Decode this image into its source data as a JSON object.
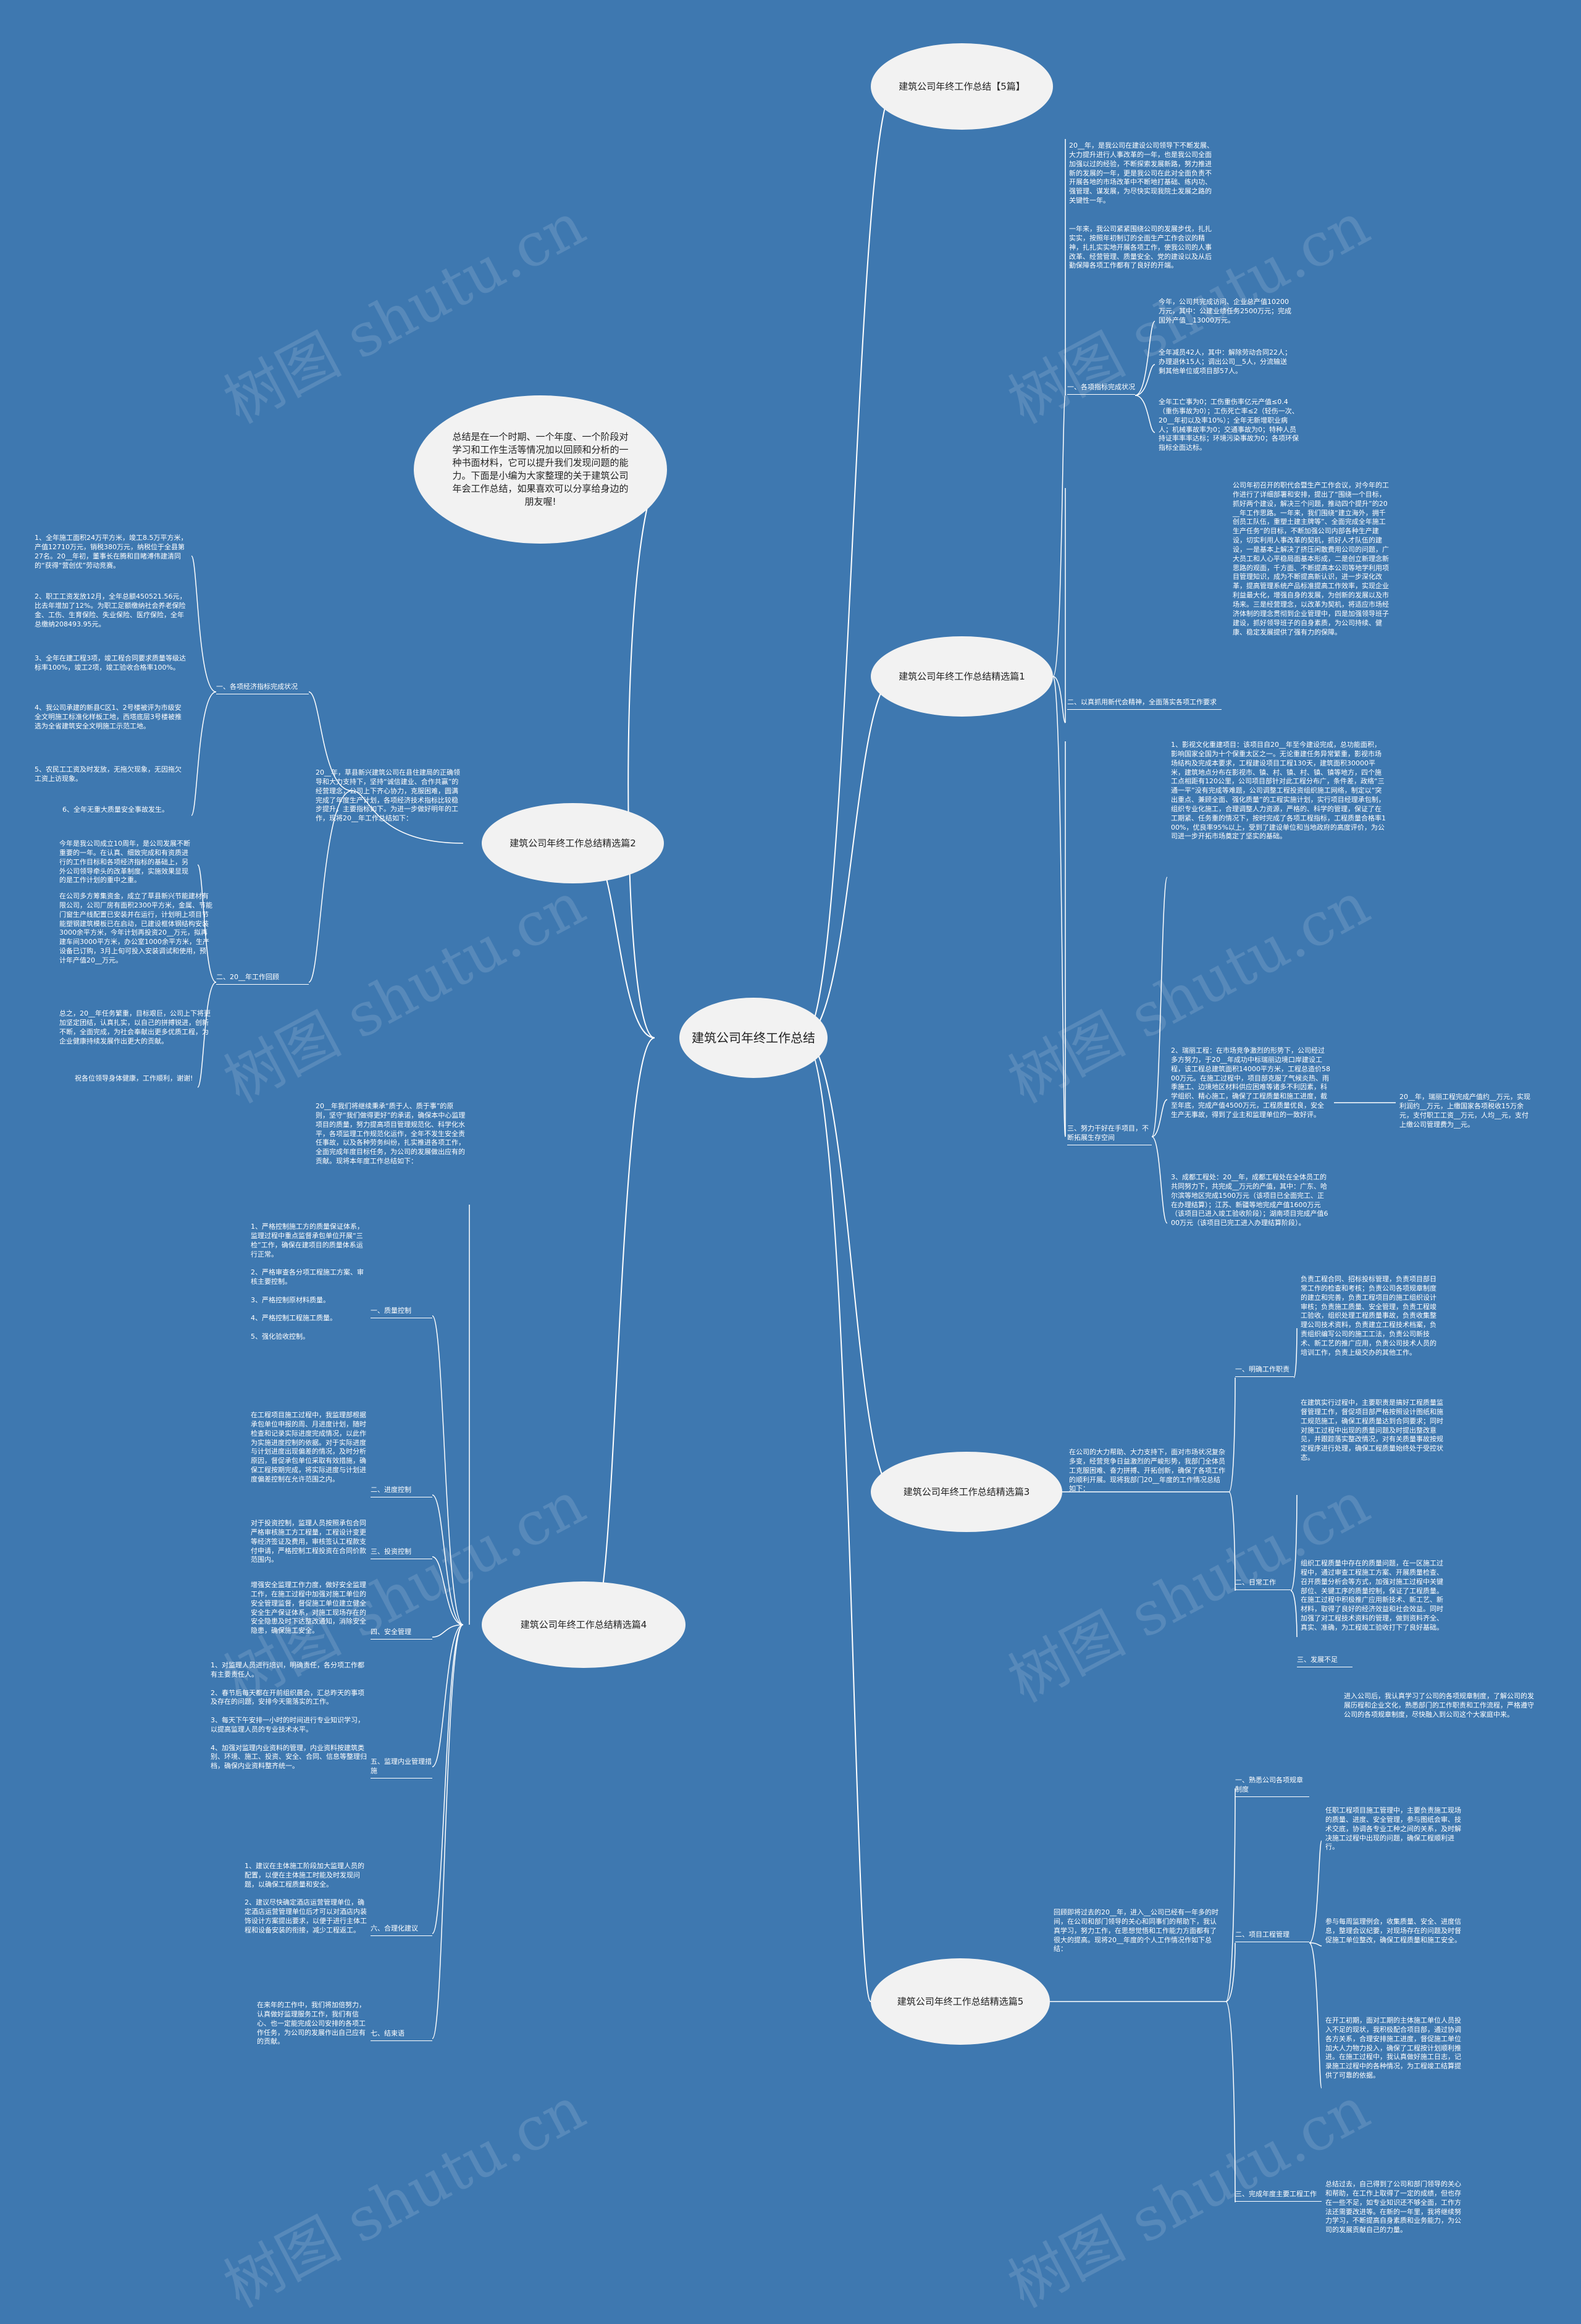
{
  "root": "建筑公司年终工作总结",
  "intro": "总结是在一个时期、一个年度、一个阶段对学习和工作生活等情况加以回顾和分析的一种书面材料，它可以提升我们发现问题的能力。下面是小编为大家整理的关于建筑公司年会工作总结，如果喜欢可以分享给身边的朋友喔!",
  "watermark": "树图 shutu.cn",
  "branches": {
    "b0": "建筑公司年终工作总结【5篇】",
    "b1": "建筑公司年终工作总结精选篇1",
    "b2": "建筑公司年终工作总结精选篇2",
    "b3": "建筑公司年终工作总结精选篇3",
    "b4": "建筑公司年终工作总结精选篇4",
    "b5": "建筑公司年终工作总结精选篇5"
  },
  "b1": {
    "p1": "20__年，是我公司在建设公司领导下不断发展、大力提升进行人事改革的一年，也是我公司全面加强以过的经验，不断探索发展新路，努力推进新的发展的一年，更是我公司在此对全面负责不开展各地的市场改革中不断地打基础、练内功、强管理、谋发展，为尽快实现我院土发展之路的关键性一年。",
    "p2": "一年来，我公司紧紧围绕公司的发展步伐，扎扎实实，按照年初制订的全面生产工作会议的精神，扎扎实实地开展各项工作，使我公司的人事改革、经营管理、质量安全、党的建设以及从后勤保障各项工作都有了良好的开端。",
    "s1": "一、各项指标完成状况",
    "s1_i1": "今年，公司共完成访问、企业总产值10200万元，其中：公建业绩任务2500万元；完成国外产值__13000万元。",
    "s1_i2": "全年减员42人，其中：解除劳动合同22人；办理退休15人；调出公司__5人，分流输送剩其他单位或项目部57人。",
    "s1_i3": "全年工亡事为0；工伤重伤率亿元产值≤0.4（重伤事故为0）；工伤死亡率≤2（轻伤一次、20__年初以及率10%）；全年无新增职业病人；机械事故率为0；交通事故为0；特种人员持证率率率达标；环境污染事故为0；各项环保指标全面达标。",
    "s2": "二、以真抓用新代会精神，全面落实各项工作要求",
    "s2_t": "公司年初召开的职代会暨生产工作会议，对今年的工作进行了详细部署和安排，提出了“围绕一个目标，抓好两个建设，解决三个问题，推动四个提升”的20__年工作思路。一年来，我们围绕“建立海外，拥千创员工队伍，重塑土建主牌等”、全面完成全年施工生产任务“的目标，不断加强公司内部各种生产建设，切实利用人事改革的契机，抓好人才队伍的建设，一是基本上解决了挤压闲散费用公司的问题，广大员工和人心平稳局面基本形成，二是创立新理念新思路的观面，千方面、不断提高本公司等地学利用项目管理知识，成为不断提高新认识，进一步深化改革，提高管理系统产品标准提高工作效率，实现企业利益最大化，增强自身的发展，为创新的发展以及市场来。三是经营理念，以改革为契机，将适应市场经济体制的理念贯彻到企业管理中，四是加强领导班子建设，抓好领导班子的自身素质，为公司持续、健康、稳定发展提供了强有力的保障。",
    "s3": "三、努力干好在手项目，不断拓展生存空间",
    "s3_t1": "1、影视文化重建项目：该项目自20__年至今建设完成，总功能面积，影响国家全国为十个保重太区之一。无论重建任务异常繁重，影视市场场结构及完成本要求，工程建设项目工程130天，建筑面积30000平米，建筑地点分布在影视市、镇、村、镇、村、镇、镇等地方，四个施工点相距有120公里，公司项目部针对此工程分布广，条件差，政络“三通一平”没有完成等难题，公司调整工程投资组织施工网络，制定以“突出重点、兼顾全面、强化质量”的工程实施计划，实行项目经理承包制，组织专业化施工，合理调整人力资源，严格的、科学的管理，保证了在工期紧、任务重的情况下，按时完成了各项工程指标，工程质量合格率100%，优良率95%以上，受到了建设单位和当地政府的高度评价，为公司进一步开拓市场奠定了坚实的基础。",
    "s3_t2": "2、瑞丽工程：在市场竞争激烈的形势下，公司经过多方努力，于20__年成功中标瑞丽边境口岸建设工程，该工程总建筑面积14000平方米，工程总造价5800万元。在施工过程中，项目部克服了气候炎热、雨季施工、边境地区材料供应困难等诸多不利因素，科学组织、精心施工，确保了工程质量和施工进度，截至年底，完成产值4500万元，工程质量优良，安全生产无事故，得到了业主和监理单位的一致好评。",
    "s3_t2b": "20__年，瑞丽工程完成产值约__万元，实现利润约__万元，上缴国家各项税收15万余元，支付职工工资__万元，人均__元，支付上缴公司管理费为__元。",
    "s3_t3": "3、成都工程处：20__年，成都工程处在全体员工的共同努力下，共完成__万元的产值，其中：广东、哈尔滨等地区完成1500万元（该项目已全面完工、正在办理结算）；江苏、新疆等地完成产值1600万元（该项目已进入竣工验收阶段）；湖南项目完成产值600万元（该项目已完工进入办理结算阶段）。"
  },
  "b2": {
    "s1": "一、各项经济指标完成状况",
    "s1_i1": "1、全年施工面积24万平方米，竣工8.5万平方米，产值12710万元，销税380万元，纳税位于全县第27名。20__年初，董事长在腾和目睹溥伟建清同的“获得“营创优”劳动竞赛。",
    "s1_i2": "2、职工工资发放12月，全年总额450521.56元，比去年增加了12%。为职工足额缴纳社会养老保险金、工伤、生育保险、失业保险、医疗保险，全年总缴纳208493.95元。",
    "s1_i3": "3、全年在建工程3项，竣工程合同要求质量等级达标率100%，竣工2项，竣工验收合格率100%。",
    "s1_i4": "4、我公司承建的新县C区1、2号楼被评为市级安全文明施工标准化样板工地，西塔底层3号楼被推选为全省建筑安全文明施工示范工地。",
    "s1_i5": "5、农民工工资及时发放，无拖欠现象，无因拖欠工资上访现象。",
    "s1_i6": "6、全年无重大质量安全事故发生。",
    "p_mid": "20__年，草县新兴建筑公司在县住建局的正确领导和大力支持下，坚持“诚信建业、合作共赢”的经营理念，公司上下齐心协力，克服困难，圆满完成了年度生产计划，各项经济技术指标比较稳步提升，主要指标如下。为进一步做好明年的工作，现将20__年工作总结如下：",
    "s2": "二、20__年工作回顾",
    "s2_i1": "今年是我公司成立10周年，是公司发展不断重要的一年。在认真、细致完成和有资质进行的工作目标和各项经济指标的基础上，另外公司领导牵头的改革制度，实施效果显现的是工作计划的重中之重。",
    "s2_i2": "在公司多方筹集资金，成立了草县新兴节能建材有限公司，公司厂房有面积2300平方米，金属、节能门窗生产线配置已安装并在运行，计划明上项目节能塑钢建筑模板已在启动，已建设框体钢结构安装3000余平方米，今年计划再投资20__万元，拟再建车间3000平方米，办公室1000余平方米，生产设备已订购，3月上旬可投入安装调试和使用，预计年产值20__万元。",
    "s2_i3": "总之，20__年任务繁重，目标艰巨，公司上下将更加坚定团结，认真扎实，以自己的拼搏锐进，创新不断，全面完成，为社会奉献出更多优质工程，为企业健康持续发展作出更大的贡献。",
    "s2_i4": "祝各位领导身体健康，工作顺利，谢谢!"
  },
  "b3": {
    "p": "在公司的大力帮助、大力支持下，面对市场状况复杂多变，经营竞争日益激烈的严峻形势，我部门全体员工克服困难、奋力拼搏、开拓创新，确保了各项工作的顺利开展。现将我部门20__年度的工作情况总结如下：",
    "s1": "一、明确工作职责",
    "s1_t": "负责工程合同、招标投标管理，负责项目部日常工作的检查和考核；负责公司各项规章制度的建立和完善，负责工程项目的施工组织设计审核；负责施工质量、安全管理，负责工程竣工验收，组织处理工程质量事故，负责收集整理公司技术资料，负责建立工程技术档案，负责组织编写公司的施工工法，负责公司新技术、新工艺的推广应用，负责公司技术人员的培训工作，负责上级交办的其他工作。",
    "s2": "二、日常工作",
    "s2_t1": "在建筑实行过程中，主要职责是搞好工程质量监督管理工作，督促项目部严格按照设计图纸和施工规范施工，确保工程质量达到合同要求；同时对施工过程中出现的质量问题及时提出整改意见，并跟踪落实整改情况，对有关质量事故按规定程序进行处理，确保工程质量始终处于受控状态。",
    "s2_t2": "组织工程质量中存在的质量问题，在一区施工过程中，通过审查工程施工方案、开展质量检查、召开质量分析会等方式，加强对施工过程中关键部位、关键工序的质量控制，保证了工程质量。在施工过程中积极推广应用新技术、新工艺、新材料，取得了良好的经济效益和社会效益。同时加强了对工程技术资料的管理，做到资料齐全、真实、准确，为工程竣工验收打下了良好基础。",
    "s3": "三、发展不足"
  },
  "b4": {
    "p": "20__年我们将继续秉承“质于人、质于事”的原则，坚守“我们做得更好”的承诺，确保本中心监理项目的质量，努力提高项目管理规范化、科学化水平，各项监理工作规范化运作，全年不发生安全责任事故，以及各种劳务纠纷，扎实推进各项工作，全面完成年度目标任务，为公司的发展做出应有的贡献。现将本年度工作总结如下：",
    "s1": "一、质量控制",
    "s1_i": "1、严格控制施工方的质量保证体系，监理过程中重点监督承包单位开展“三检”工作，确保在建项目的质量体系运行正常。\n\n2、严格审查各分项工程施工方案、审核主要控制。\n\n3、严格控制原材料质量。\n\n4、严格控制工程施工质量。\n\n5、强化验收控制。",
    "s2": "二、进度控制",
    "s2_t": "在工程项目施工过程中，我监理部根据承包单位申报的周、月进度计划，随时检查和记录实际进度完成情况，以此作为实施进度控制的依据。对于实际进度与计划进度出现偏差的情况，及时分析原因，督促承包单位采取有效措施，确保工程按期完成，将实际进度与计划进度偏差控制在允许范围之内。",
    "s3": "三、投资控制",
    "s3_t": "对于投资控制，监理人员按照承包合同严格审核施工方工程量，工程设计变更等经济签证及费用，审核签认工程款支付申请，严格控制工程投资在合同价款范围内。",
    "s4": "四、安全管理",
    "s4_t": "增强安全监理工作力度，做好安全监理工作，在施工过程中加强对施工单位的安全管理监督，督促施工单位建立健全安全生产保证体系，对施工现场存在的安全隐患及时下达整改通知，消除安全隐患，确保施工安全。",
    "s5": "五、监理内业管理措施",
    "s5_i": "1、对监理人员进行培训，明确责任，各分项工作都有主要责任人。\n\n2、春节后每天都在开前组织晨会，汇总昨天的事项及存在的问题，安排今天需落实的工作。\n\n3、每天下午安排一小时的时间进行专业知识学习，以提高监理人员的专业技术水平。\n\n4、加强对监理内业资料的管理，内业资料按建筑类别、环境、施工、投资、安全、合同、信息等整理归档，确保内业资料整齐统一。",
    "s6": "六、合理化建议",
    "s6_i": "1、建议在主体施工阶段加大监理人员的配置，以便在主体施工时能及时发现问题，以确保工程质量和安全。\n\n2、建议尽快确定酒店运营管理单位，确定酒店运营管理单位后才可以对酒店内装饰设计方案提出要求，以便于进行主体工程和设备安装的衔接，减少工程返工。",
    "s7": "七、结束语",
    "s7_t": "在来年的工作中，我们将加倍努力，认真做好监理服务工作，我们有信心、也一定能完成公司安排的各项工作任务，为公司的发展作出自己应有的贡献。"
  },
  "b5": {
    "p": "回顾即将过去的20__年，进入__公司已经有一年多的时间，在公司和部门领导的关心和同事们的帮助下，我认真学习，努力工作，在思想觉悟和工作能力方面都有了很大的提高。现将20__年度的个人工作情况作如下总结：",
    "s1": "一、熟悉公司各项规章制度",
    "s1_t": "进入公司后，我认真学习了公司的各项规章制度，了解公司的发展历程和企业文化，熟悉部门的工作职责和工作流程，严格遵守公司的各项规章制度，尽快融入到公司这个大家庭中来。",
    "s2": "二、项目工程管理",
    "s2_t1": "任职工程项目施工管理中，主要负责施工现场的质量、进度、安全管理，参与图纸会审、技术交底，协调各专业工种之间的关系，及时解决施工过程中出现的问题，确保工程顺利进行。",
    "s2_t2": "参与每周监理例会，收集质量、安全、进度信息，整理会议纪要，对现场存在的问题及时督促施工单位整改，确保工程质量和施工安全。",
    "s2_t3": "在开工初期，面对工期的主体施工单位人员投入不足的现状，我积极配合项目部，通过协调各方关系，合理安排施工进度，督促施工单位加大人力物力投入，确保了工程按计划顺利推进。在施工过程中，我认真做好施工日志，记录施工过程中的各种情况，为工程竣工结算提供了可靠的依据。",
    "s3": "三、完成年度主要工程工作",
    "s3_t": "总结过去，自己得到了公司和部门领导的关心和帮助，在工作上取得了一定的成绩，但也存在一些不足，如专业知识还不够全面，工作方法还需要改进等。在新的一年里，我将继续努力学习，不断提高自身素质和业务能力，为公司的发展贡献自己的力量。"
  }
}
